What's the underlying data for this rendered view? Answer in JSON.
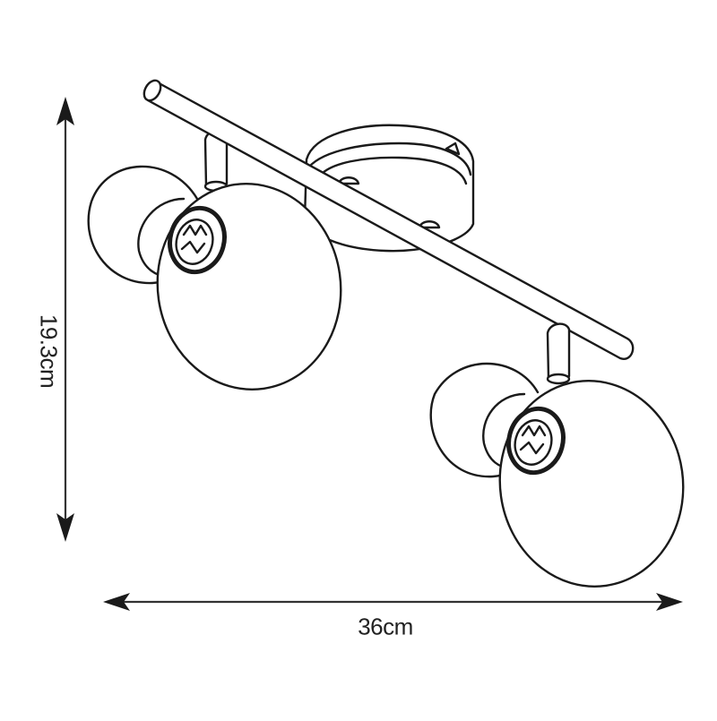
{
  "diagram": {
    "subject": "Twin spotlight ceiling bar",
    "dimensions": {
      "height": {
        "label": "19.3cm",
        "orientation": "vertical"
      },
      "width": {
        "label": "36cm",
        "orientation": "horizontal"
      }
    },
    "components": [
      {
        "name": "mounting-bar"
      },
      {
        "name": "ceiling-plate"
      },
      {
        "name": "spotlight",
        "position": "upper-left"
      },
      {
        "name": "spotlight",
        "position": "lower-right"
      }
    ],
    "colors": {
      "line": "#1a1a1a",
      "text": "#222222",
      "background": "#ffffff"
    }
  }
}
